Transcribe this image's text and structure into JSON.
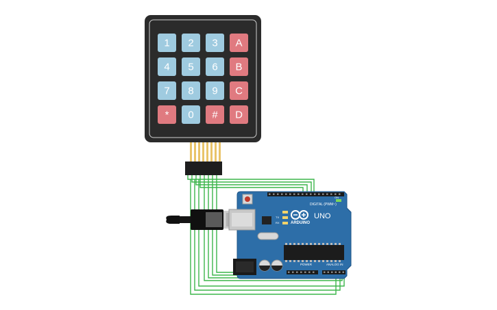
{
  "keypad": {
    "keys": [
      [
        "1",
        "2",
        "3",
        "A"
      ],
      [
        "4",
        "5",
        "6",
        "B"
      ],
      [
        "7",
        "8",
        "9",
        "C"
      ],
      [
        "*",
        "0",
        "#",
        "D"
      ]
    ],
    "colors": {
      "body": "#2b2b2b",
      "digit_key": "#9fcbe0",
      "letter_key": "#e07a80",
      "ribbon": "#e9c46a"
    }
  },
  "board": {
    "brand": "ARDUINO",
    "model": "UNO",
    "digital_label": "DIGITAL (PWM~)",
    "power_label": "POWER",
    "analog_label": "ANALOG IN",
    "tx_label": "TX",
    "rx_label": "RX",
    "on_label": "ON",
    "colors": {
      "pcb": "#2d6ea8",
      "wire": "#3cb54a"
    }
  }
}
